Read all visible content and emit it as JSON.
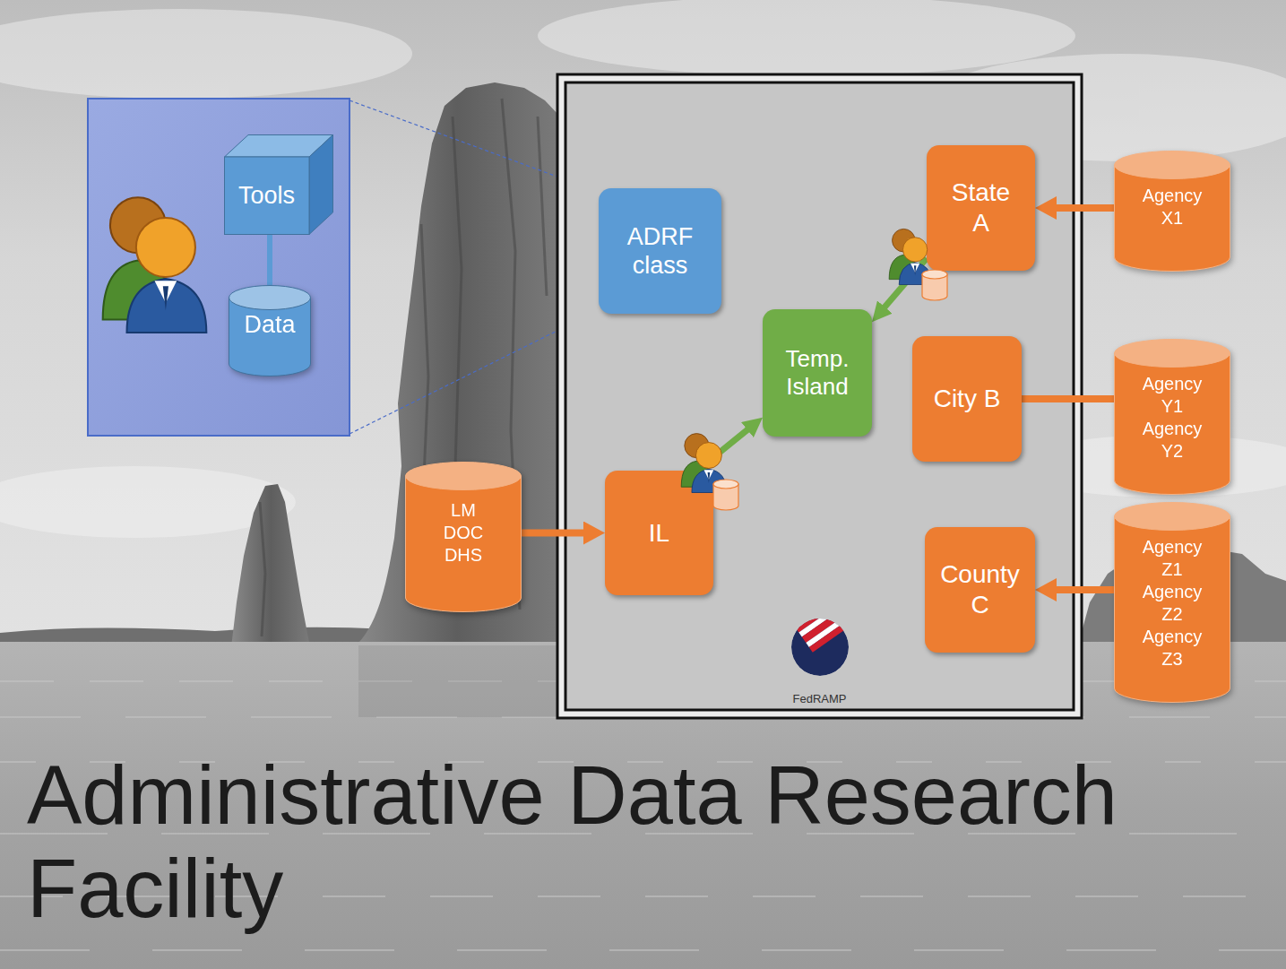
{
  "diagram": {
    "title": "Administrative Data Research Facility",
    "nodes": [
      {
        "text": [
          "Tools"
        ]
      },
      {
        "text": [
          "Data"
        ]
      },
      {
        "text": [
          "FedRAMP"
        ]
      },
      {
        "text": [
          "ADRF class"
        ],
        "in": 2
      },
      {
        "text": [
          "State A"
        ],
        "in": 2
      },
      {
        "text": [
          "Temp. Island"
        ],
        "in": 2
      },
      {
        "text": [
          "City B"
        ],
        "in": 2
      },
      {
        "text": [
          "IL"
        ],
        "in": 2
      },
      {
        "text": [
          "County C"
        ],
        "in": 2
      },
      {
        "text": [
          "Agency X1"
        ]
      },
      {
        "text": [
          "Agency Y1 Agency Y2"
        ]
      },
      {
        "text": [
          "LM DOC DHS"
        ]
      },
      {
        "text": [
          "Agency Z1 Agency Z2 Agency Z3"
        ]
      }
    ],
    "edges": [
      {
        "from": 0,
        "to": 1,
        "arrow": "none"
      },
      {
        "from": 9,
        "to": 4,
        "arrow": "to"
      },
      {
        "from": 10,
        "to": 6,
        "arrow": "none"
      },
      {
        "from": 11,
        "to": 7,
        "arrow": "to"
      },
      {
        "from": 7,
        "to": 5,
        "arrow": "to"
      },
      {
        "from": 4,
        "to": 5,
        "arrow": "to"
      },
      {
        "from": 12,
        "to": 8,
        "arrow": "to"
      }
    ]
  }
}
